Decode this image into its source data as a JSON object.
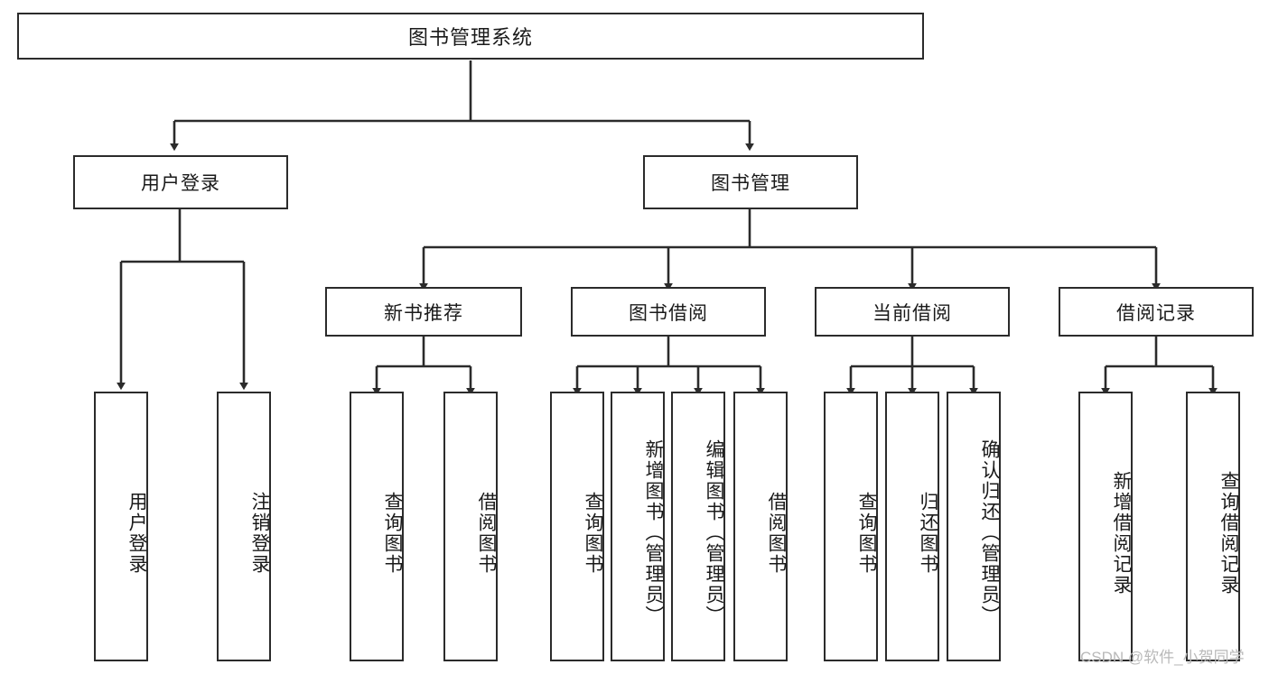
{
  "diagram": {
    "title": "图书管理系统",
    "type": "tree-hierarchy-diagram",
    "colors": {
      "box_border": "#2b2b2b",
      "box_fill": "#ffffff",
      "connector": "#2b2b2b",
      "background": "#ffffff",
      "watermark": "#b9b9b9"
    }
  },
  "root": {
    "label": "图书管理系统"
  },
  "level2": {
    "user_login": "用户登录",
    "book_manage": "图书管理"
  },
  "level3": {
    "new_book_recommend": "新书推荐",
    "book_borrow": "图书借阅",
    "current_borrow": "当前借阅",
    "borrow_record": "借阅记录"
  },
  "leaves": {
    "user_login": [
      "用户登录",
      "注销登录"
    ],
    "new_book_recommend": [
      "查询图书",
      "借阅图书"
    ],
    "book_borrow": [
      "查询图书",
      "新增图书（管理员）",
      "编辑图书（管理员）",
      "借阅图书"
    ],
    "current_borrow": [
      "查询图书",
      "归还图书",
      "确认归还（管理员）"
    ],
    "borrow_record": [
      "新增借阅记录",
      "查询借阅记录"
    ]
  },
  "watermark": {
    "text": "CSDN @软件_小贺同学"
  }
}
